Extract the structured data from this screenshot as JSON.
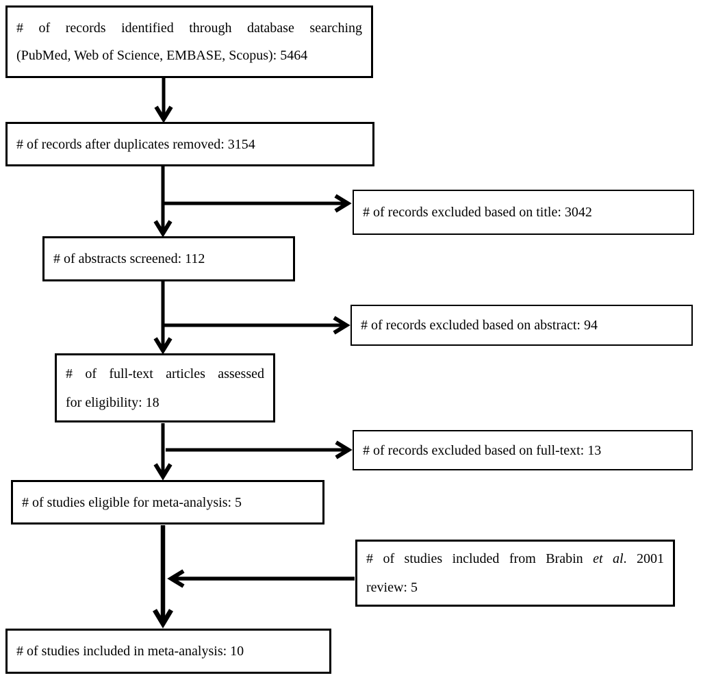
{
  "page": {
    "background_color": "#ffffff",
    "line_color": "#000000"
  },
  "flow": {
    "identified": {
      "line1": "# of records identified through database searching",
      "line2": "(PubMed, Web of Science, EMBASE, Scopus): 5464",
      "count": 5464
    },
    "duplicates_removed": {
      "text": "# of records after duplicates removed: 3154",
      "count": 3154
    },
    "excluded_title": {
      "text": "# of records excluded based on title: 3042",
      "count": 3042
    },
    "abstracts_screened": {
      "text": "# of abstracts screened: 112",
      "count": 112
    },
    "excluded_abstract": {
      "text": "# of records excluded based on abstract: 94",
      "count": 94
    },
    "fulltext_assessed": {
      "line1": "# of full-text articles assessed",
      "line2": "for eligibility: 18",
      "count": 18
    },
    "excluded_fulltext": {
      "text": "# of records excluded based on full-text: 13",
      "count": 13
    },
    "eligible": {
      "text": "# of studies eligible for meta-analysis: 5",
      "count": 5
    },
    "brabin_review": {
      "line1_prefix": "# of studies included from Brabin ",
      "line1_italic": "et al",
      "line1_suffix": ". 2001",
      "line2": "review: 5",
      "count": 5
    },
    "included": {
      "text": "# of studies included in meta-analysis: 10",
      "count": 10
    }
  }
}
